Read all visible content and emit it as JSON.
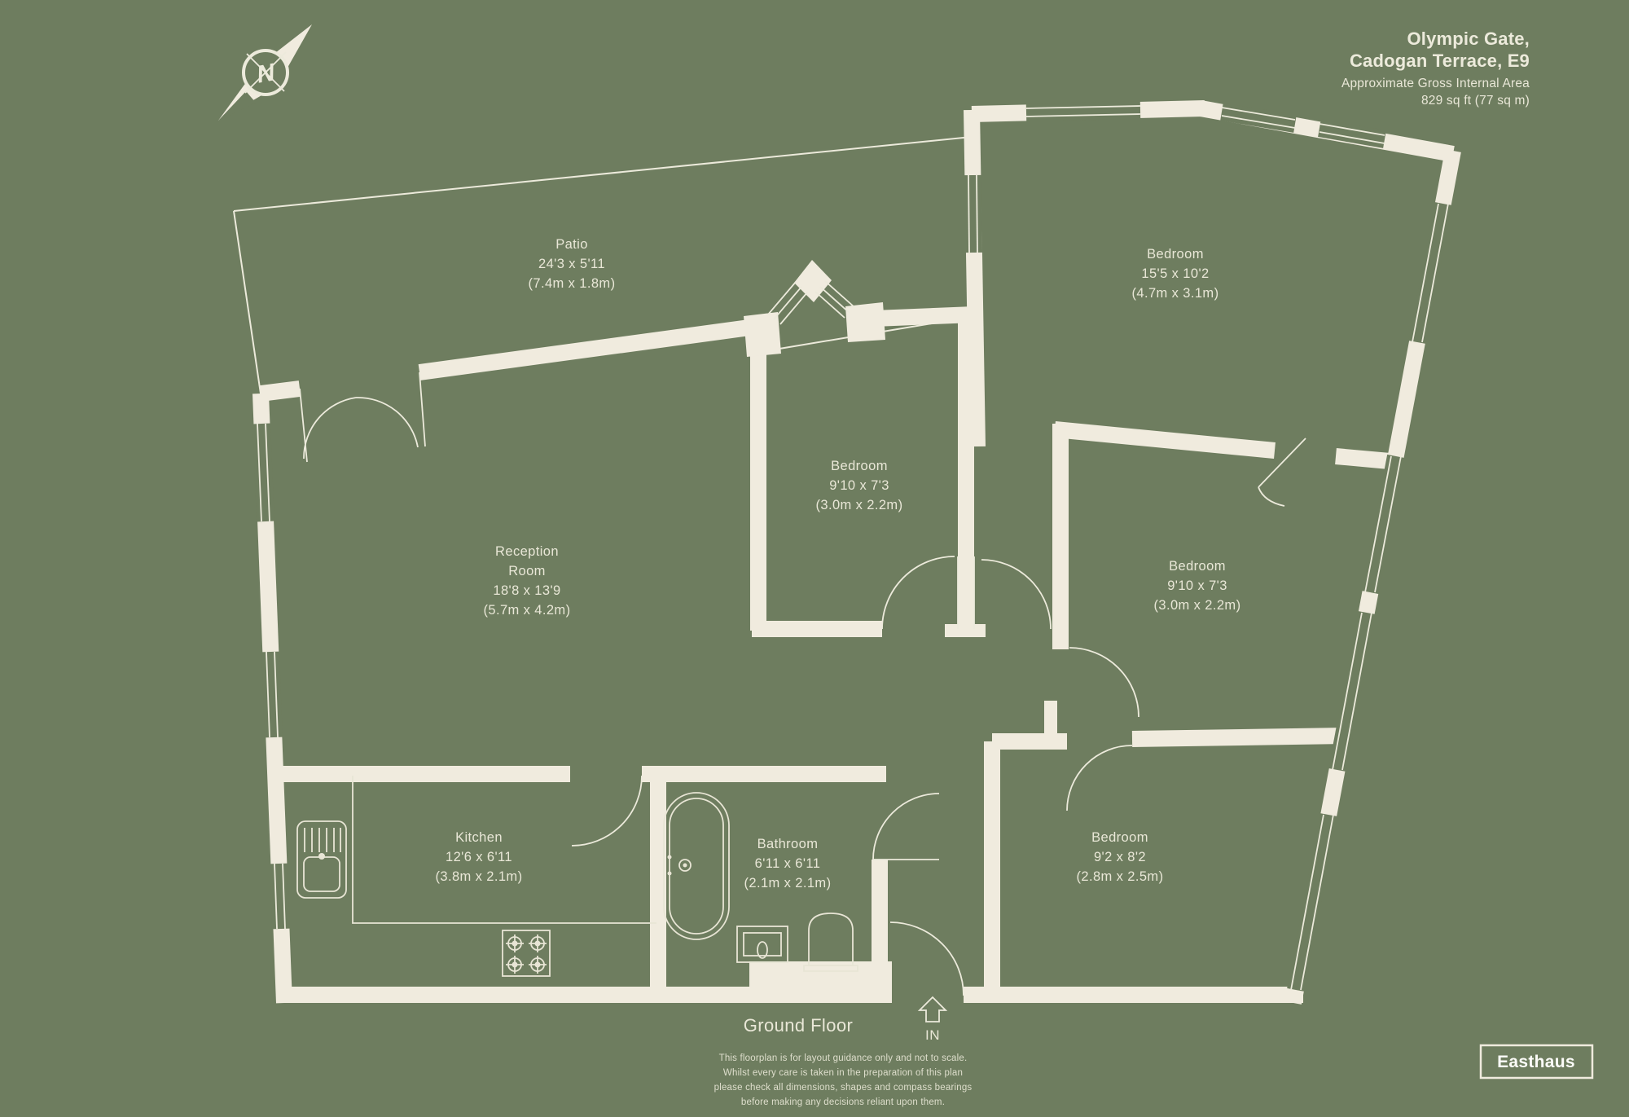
{
  "colors": {
    "background": "#6e7d5f",
    "wall": "#f0ebde",
    "label_text": "#e9e7d7",
    "brand_text": "#fcfcf8"
  },
  "header": {
    "address_line1": "Olympic Gate,",
    "address_line2": "Cadogan Terrace, E9",
    "area_line1": "Approximate Gross Internal Area",
    "area_line2": "829 sq ft (77 sq m)"
  },
  "compass": {
    "north_label": "N"
  },
  "rooms": [
    {
      "id": "patio",
      "lines": [
        "Patio",
        "24'3 x 5'11",
        "(7.4m x 1.8m)"
      ]
    },
    {
      "id": "bedroom-ne",
      "lines": [
        "Bedroom",
        "15'5 x 10'2",
        "(4.7m x 3.1m)"
      ]
    },
    {
      "id": "bedroom-middle",
      "lines": [
        "Bedroom",
        "9'10 x 7'3",
        "(3.0m x 2.2m)"
      ]
    },
    {
      "id": "reception",
      "lines": [
        "Reception",
        "Room",
        "18'8 x 13'9",
        "(5.7m x 4.2m)"
      ]
    },
    {
      "id": "bedroom-east",
      "lines": [
        "Bedroom",
        "9'10 x 7'3",
        "(3.0m x 2.2m)"
      ]
    },
    {
      "id": "kitchen",
      "lines": [
        "Kitchen",
        "12'6 x 6'11",
        "(3.8m x 2.1m)"
      ]
    },
    {
      "id": "bathroom",
      "lines": [
        "Bathroom",
        "6'11 x 6'11",
        "(2.1m x 2.1m)"
      ]
    },
    {
      "id": "bedroom-se",
      "lines": [
        "Bedroom",
        "9'2 x 8'2",
        "(2.8m x 2.5m)"
      ]
    }
  ],
  "footer": {
    "floor_label": "Ground Floor",
    "entrance_label": "IN",
    "disclaimer_lines": [
      "This floorplan is for layout guidance only and not to scale.",
      "Whilst every care is taken in the preparation of this plan",
      "please check all dimensions, shapes and compass bearings",
      "before making any decisions reliant upon them."
    ],
    "brand": "Easthaus"
  }
}
